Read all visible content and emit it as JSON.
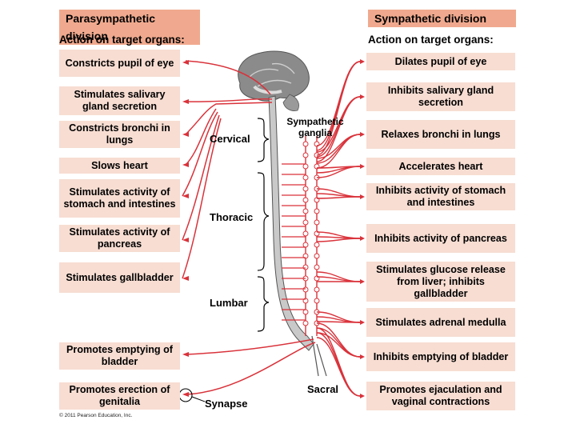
{
  "parasympathetic": {
    "title": "Parasympathetic division",
    "subtitle": "Action on target organs:",
    "items": [
      "Constricts pupil of eye",
      "Stimulates salivary gland secretion",
      "Constricts bronchi in lungs",
      "Slows heart",
      "Stimulates activity of stomach and intestines",
      "Stimulates activity of pancreas",
      "Stimulates gallbladder",
      "Promotes emptying of bladder",
      "Promotes erection of genitalia"
    ]
  },
  "sympathetic": {
    "title": "Sympathetic division",
    "subtitle": "Action on target organs:",
    "items": [
      "Dilates pupil of eye",
      "Inhibits salivary gland secretion",
      "Relaxes bronchi in lungs",
      "Accelerates heart",
      "Inhibits activity of stomach and intestines",
      "Inhibits activity of pancreas",
      "Stimulates glucose release from liver; inhibits gallbladder",
      "Stimulates adrenal medulla",
      "Inhibits emptying of bladder",
      "Promotes ejaculation and vaginal contractions"
    ]
  },
  "labels": {
    "sympathetic_ganglia": "Sympathetic ganglia",
    "cervical": "Cervical",
    "thoracic": "Thoracic",
    "lumbar": "Lumbar",
    "sacral": "Sacral",
    "synapse": "Synapse"
  },
  "copyright": "© 2011 Pearson Education, Inc.",
  "colors": {
    "header": "#f0a98e",
    "box": "#f7ddd2",
    "nerve": "#d9323a",
    "cord": "#bdbdbd"
  }
}
